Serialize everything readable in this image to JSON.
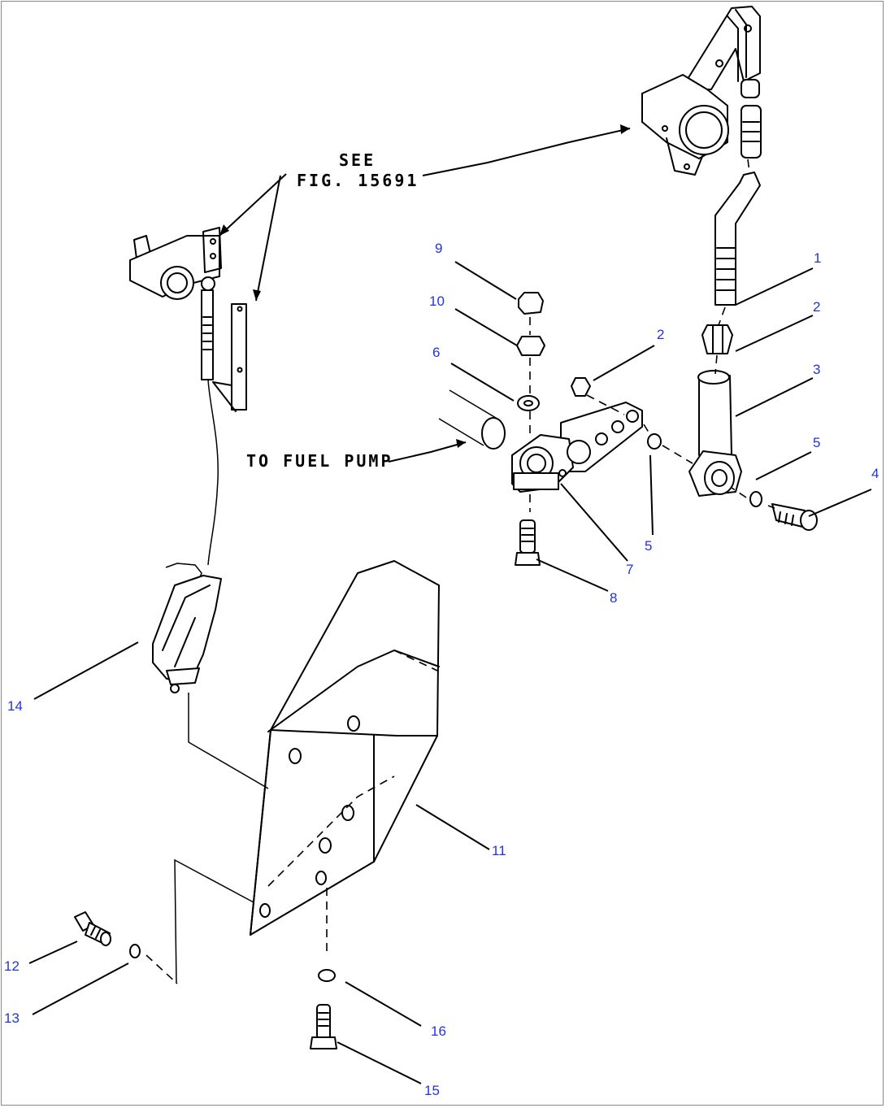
{
  "references": {
    "see_line1": "SEE",
    "see_line2": "FIG. 15691",
    "fuel_pump": "TO FUEL PUMP"
  },
  "callouts": [
    "1",
    "2",
    "2",
    "3",
    "4",
    "5",
    "5",
    "6",
    "7",
    "8",
    "9",
    "10",
    "11",
    "12",
    "13",
    "14",
    "15",
    "16"
  ],
  "colors": {
    "callout": "#2233dd",
    "ink": "#000000",
    "border": "#8a8a8a"
  }
}
